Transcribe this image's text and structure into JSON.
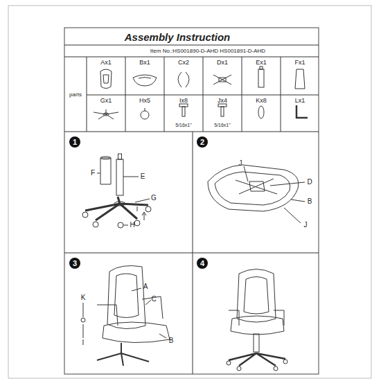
{
  "diagram": {
    "title": "Assembly Instruction",
    "labels": [
      "Item No.:HS001890-D-AHD HS001891-D-AHD",
      "Ax1",
      "Bx1",
      "Cx2",
      "Dx1",
      "Ex1",
      "Fx1",
      "parts",
      "Gx1",
      "Hx5",
      "Ix8",
      "Jx4",
      "Kx8",
      "Lx1",
      "5/16x1\"",
      "5/16x1\"",
      "1",
      "2",
      "3",
      "4",
      "F",
      "E",
      "G",
      "H",
      "J",
      "D",
      "B",
      "J",
      "K",
      "A",
      "C",
      "B",
      "I"
    ]
  }
}
